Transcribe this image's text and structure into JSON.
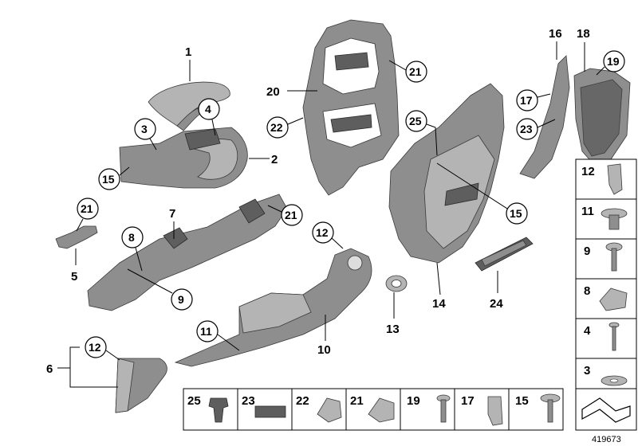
{
  "callouts": {
    "c1": "1",
    "c2": "2",
    "c3": "3",
    "c4": "4",
    "c5": "5",
    "c6": "6",
    "c7": "7",
    "c8": "8",
    "c9": "9",
    "c10": "10",
    "c11": "11",
    "c12a": "12",
    "c12b": "12",
    "c13": "13",
    "c14": "14",
    "c15a": "15",
    "c15b": "15",
    "c16": "16",
    "c17": "17",
    "c18": "18",
    "c19": "19",
    "c20": "20",
    "c21a": "21",
    "c21b": "21",
    "c21c": "21",
    "c22": "22",
    "c23": "23",
    "c24": "24",
    "c25": "25"
  },
  "side_panel": [
    "12",
    "11",
    "9",
    "8",
    "4",
    "3"
  ],
  "bottom_panel": [
    "25",
    "23",
    "22",
    "21",
    "19",
    "17",
    "15"
  ],
  "reference_number": "419673"
}
